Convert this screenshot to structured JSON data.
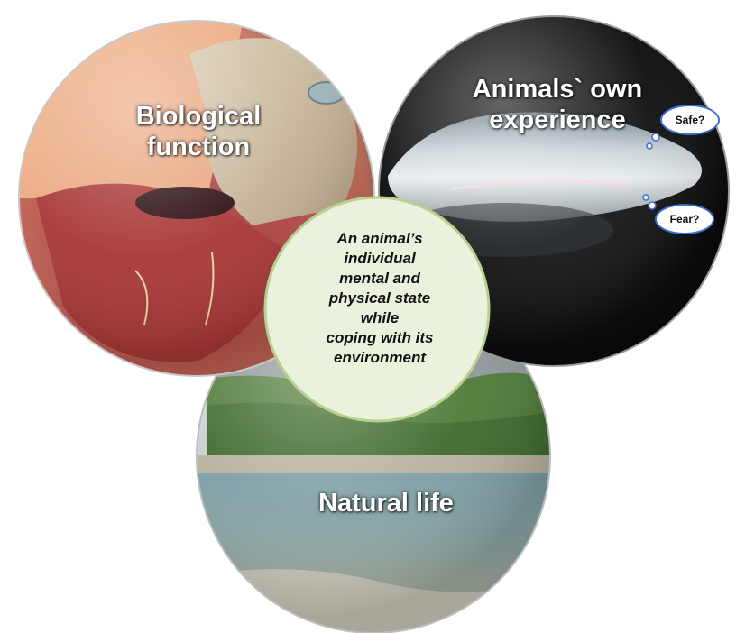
{
  "circles": {
    "biological": {
      "title_line1": "Biological",
      "title_line2": "function"
    },
    "experience": {
      "title_line1": "Animals` own",
      "title_line2": "experience",
      "thought_safe": "Safe?",
      "thought_fear": "Fear?"
    },
    "natural": {
      "title": "Natural life"
    },
    "center": {
      "lines": [
        "An animal’s",
        "individual",
        "mental and",
        "physical state",
        "while",
        "coping with its",
        "environment"
      ]
    }
  },
  "colors": {
    "center_fill": "#eaf1dc",
    "center_border": "#b9d08f",
    "thought_border": "#3b6fd6",
    "label_text": "#ffffff"
  }
}
